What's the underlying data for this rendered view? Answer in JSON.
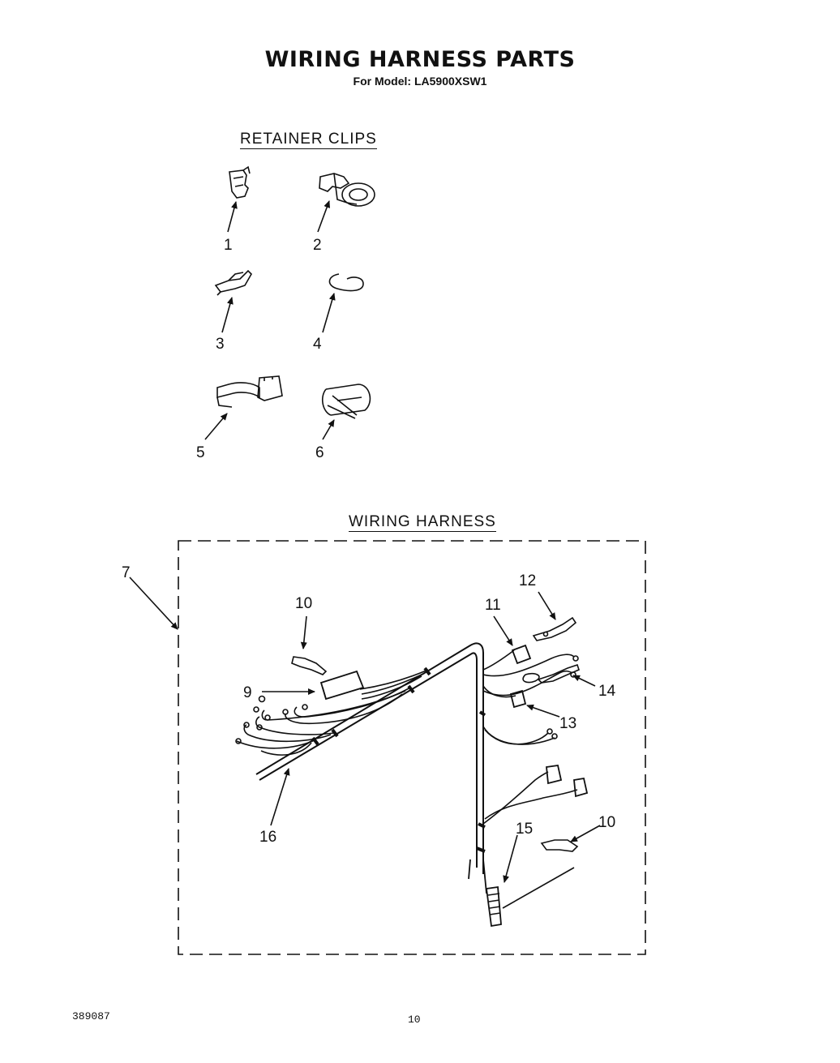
{
  "header": {
    "title": "WIRING HARNESS PARTS",
    "subtitle": "For Model: LA5900XSW1"
  },
  "sections": {
    "retainer_clips": "RETAINER CLIPS",
    "wiring_harness": "WIRING HARNESS"
  },
  "callouts": {
    "clips": [
      "1",
      "2",
      "3",
      "4",
      "5",
      "6"
    ],
    "harness": {
      "c7": "7",
      "c9": "9",
      "c10a": "10",
      "c10b": "10",
      "c11": "11",
      "c12": "12",
      "c13": "13",
      "c14": "14",
      "c15": "15",
      "c16": "16"
    }
  },
  "footer": {
    "doc_number": "389087",
    "page_number": "10"
  }
}
